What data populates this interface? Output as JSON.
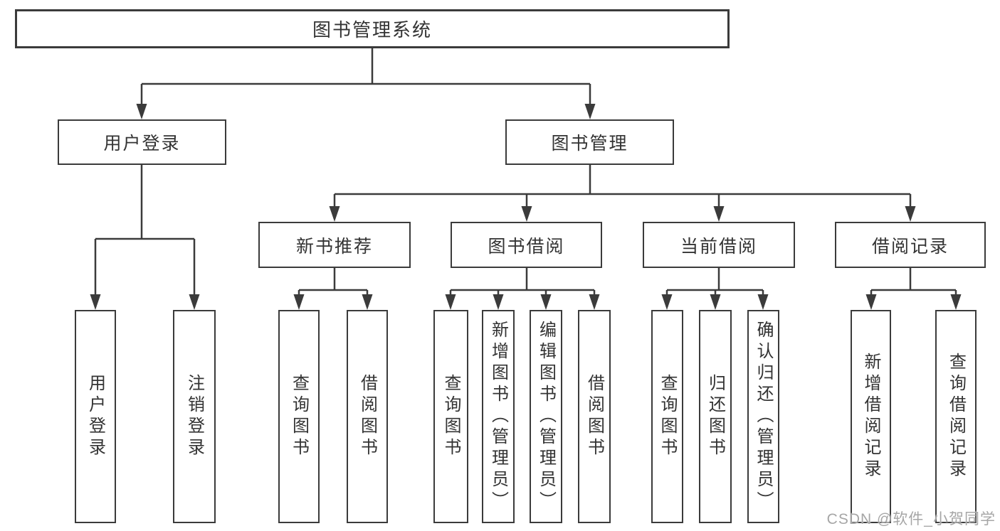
{
  "diagram": {
    "root": {
      "label": "图书管理系统",
      "children": [
        {
          "label": "用户登录",
          "children": [
            {
              "label": "用户登录"
            },
            {
              "label": "注销登录"
            }
          ]
        },
        {
          "label": "图书管理",
          "children": [
            {
              "label": "新书推荐",
              "children": [
                {
                  "label": "查询图书"
                },
                {
                  "label": "借阅图书"
                }
              ]
            },
            {
              "label": "图书借阅",
              "children": [
                {
                  "label": "查询图书"
                },
                {
                  "label": "新增图书（管理员）"
                },
                {
                  "label": "编辑图书（管理员）"
                },
                {
                  "label": "借阅图书"
                }
              ]
            },
            {
              "label": "当前借阅",
              "children": [
                {
                  "label": "查询图书"
                },
                {
                  "label": "归还图书"
                },
                {
                  "label": "确认归还（管理员）"
                }
              ]
            },
            {
              "label": "借阅记录",
              "children": [
                {
                  "label": "新增借阅记录"
                },
                {
                  "label": "查询借阅记录"
                }
              ]
            }
          ]
        }
      ]
    }
  },
  "watermark": {
    "text": "CSDN @软件_小贺同学"
  },
  "colors": {
    "line": "#3b3b3b",
    "border": "#3b3b3b",
    "text": "#333333",
    "watermark": "#a6a6a6",
    "background": "#ffffff"
  }
}
